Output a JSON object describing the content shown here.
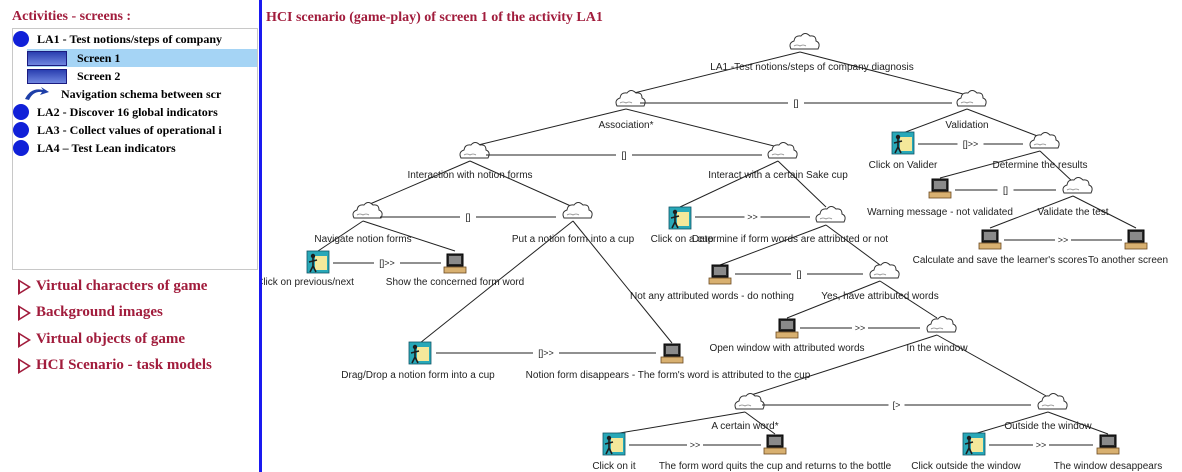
{
  "sidebar": {
    "title": "Activities - screens :",
    "items": [
      {
        "label": "LA1 - Test notions/steps of company",
        "icon": "blue-dot-icon"
      },
      {
        "label": "Screen 1",
        "icon": "screen-thumbnail-icon",
        "selected": true
      },
      {
        "label": "Screen 2",
        "icon": "screen-thumbnail-icon"
      },
      {
        "label": "Navigation schema between scr",
        "icon": "navigation-schema-icon"
      },
      {
        "label": "LA2 - Discover 16 global indicators",
        "icon": "blue-dot-icon"
      },
      {
        "label": "LA3 - Collect values of operational i",
        "icon": "blue-dot-icon"
      },
      {
        "label": "LA4 – Test Lean indicators",
        "icon": "blue-dot-icon"
      }
    ],
    "links": [
      "Virtual characters of game",
      "Background images",
      "Virtual objects of game",
      "HCI Scenario - task models"
    ]
  },
  "main": {
    "title": "HCI scenario (game-play) of screen 1 of the activity LA1",
    "nodes": {
      "root": "LA1 -Test notions/steps of company diagnosis",
      "association": "Association*",
      "validation": "Validation",
      "interaction": "Interaction with notion forms",
      "interact_cup": "Interact with a certain Sake cup",
      "click_valider": "Click on Valider",
      "determine_results": "Determine the results",
      "warning": "Warning message - not validated",
      "validate_test": "Validate the test",
      "calc_save": "Calculate and save the learner's scores",
      "another_screen": "To another screen",
      "navigate": "Navigate notion forms",
      "put_form": "Put a notion form into a cup",
      "click_cup": "Click on a cup",
      "determine_words": "Determine if form words are attributed or not",
      "click_prev_next": "Click on previous/next",
      "show_word": "Show the concerned form word",
      "not_attributed": "Not any attributed words - do nothing",
      "yes_attributed": "Yes, have attributed words",
      "open_window": "Open window with attributed words",
      "in_window": "In the window",
      "drag_drop": "Drag/Drop a notion form into a cup",
      "form_disappears": "Notion form disappears - The form's word is attributed to the cup",
      "certain_word": "A certain word*",
      "outside_window": "Outside the window",
      "click_on_it": "Click on it",
      "quits_cup": "The form word quits the cup and returns to the bottle",
      "click_outside": "Click outside the window",
      "window_disappears": "The window desappears"
    },
    "operators": {
      "choice": "[]",
      "enabling": ">>",
      "enabling_info": "[]>>",
      "disabling": "[>"
    }
  }
}
